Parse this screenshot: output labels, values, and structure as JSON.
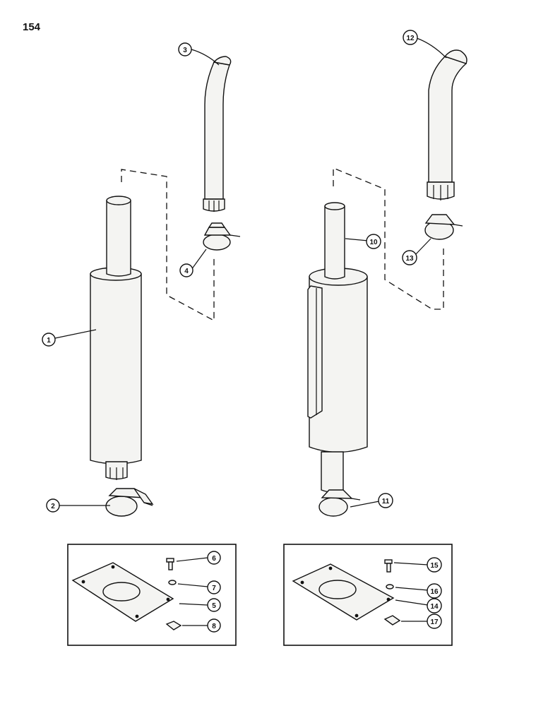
{
  "page_number": "154",
  "callouts": [
    "1",
    "2",
    "3",
    "4",
    "5",
    "6",
    "7",
    "8",
    "10",
    "11",
    "12",
    "13",
    "14",
    "15",
    "16",
    "17"
  ]
}
